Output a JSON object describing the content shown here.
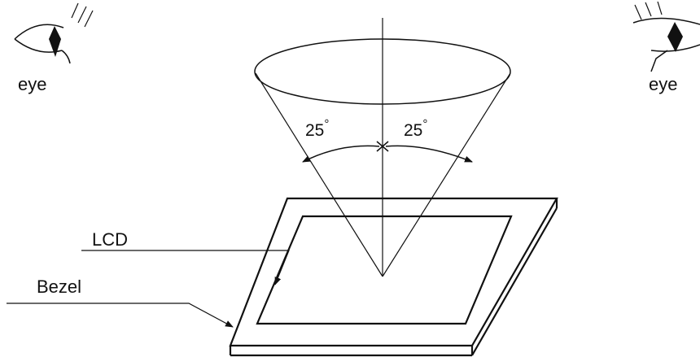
{
  "labels": {
    "eye_left": "eye",
    "eye_right": "eye",
    "angle_left": "25",
    "angle_right": "25",
    "degree_symbol": "°",
    "lcd": "LCD",
    "bezel": "Bezel"
  },
  "icons": {
    "eye_left": "eye-icon",
    "eye_right": "eye-icon"
  },
  "colors": {
    "line": "#111111",
    "background": "#ffffff"
  }
}
